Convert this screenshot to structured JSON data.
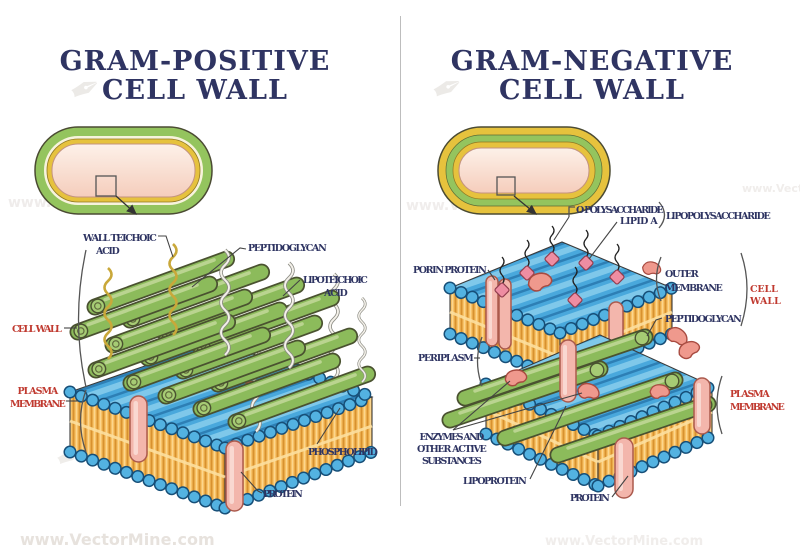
{
  "watermark": {
    "text": "www.VectorMine.com",
    "logo": "✒"
  },
  "colors": {
    "title_navy": "#2f3462",
    "label_navy": "#2e3462",
    "label_red": "#c03a30",
    "peptidoglycan_green": "#8cbb5b",
    "membrane_blue": "#49a8dc",
    "bead_blue": "#53b2e1",
    "lipid_tail_orange": "#f7c164",
    "protein_pink": "#f3b6ac",
    "teichoic_yellow": "#c9a83a",
    "cell_interior_peach": "#f8d8c8"
  },
  "left_panel": {
    "title": [
      "GRAM-POSITIVE",
      "CELL WALL"
    ],
    "labels": {
      "wall_teichoic_acid": [
        "WALL TEICHOIC",
        "ACID"
      ],
      "peptidoglycan": "PEPTIDOGLYCAN",
      "lipoteichoic_acid": [
        "LIPOTEICHOIC",
        "ACID"
      ],
      "cell_wall": "CELL WALL",
      "plasma_membrane": [
        "PLASMA",
        "MEMBRANE"
      ],
      "phospholipid": "PHOSPHOLIPID",
      "protein": "PROTEIN"
    }
  },
  "right_panel": {
    "title": [
      "GRAM-NEGATIVE",
      "CELL WALL"
    ],
    "labels": {
      "o_polysaccharide": "O POLYSACCHARIDE",
      "lipid_a": "LIPID A",
      "lipopolysaccharide": "LIPOPOLYSACCHARIDE",
      "porin_protein": "PORIN PROTEIN",
      "outer_membrane": [
        "OUTER",
        "MEMBRANE"
      ],
      "cell_wall": [
        "CELL",
        "WALL"
      ],
      "peptidoglycan": "PEPTIDOGLYCAN",
      "periplasm": "PERIPLASM",
      "enzymes": [
        "ENZYMES AND",
        "OTHER ACTIVE",
        "SUBSTANCES"
      ],
      "lipoprotein": "LIPOPROTEIN",
      "protein": "PROTEIN",
      "plasma_membrane": [
        "PLASMA",
        "MEMBRANE"
      ]
    }
  }
}
